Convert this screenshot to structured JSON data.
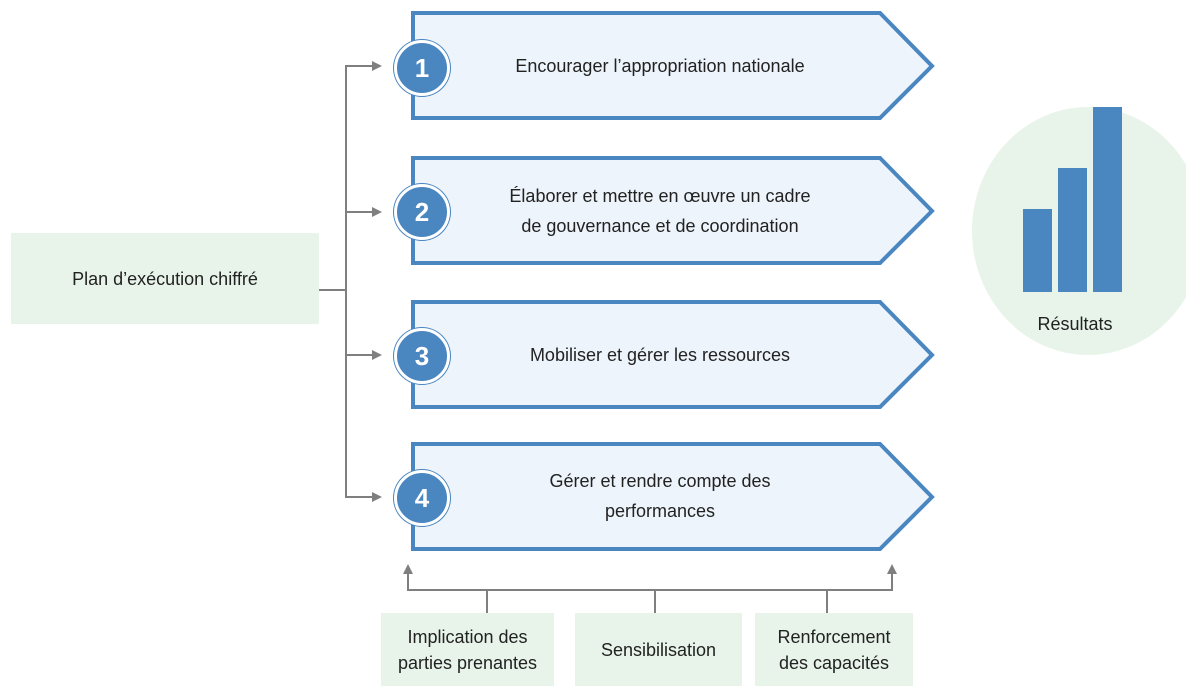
{
  "plan": {
    "label": "Plan d’exécution chiffré"
  },
  "stages": [
    {
      "number": "1",
      "label": "Encourager l’appropriation nationale"
    },
    {
      "number": "2",
      "label": "Élaborer et mettre en œuvre un cadre\nde gouvernance et de coordination"
    },
    {
      "number": "3",
      "label": "Mobiliser et gérer les ressources"
    },
    {
      "number": "4",
      "label": "Gérer et rendre compte des\nperformances"
    }
  ],
  "supports": [
    {
      "label": "Implication des\nparties prenantes"
    },
    {
      "label": "Sensibilisation"
    },
    {
      "label": "Renforcement\ndes capacités"
    }
  ],
  "results": {
    "label": "Résultats",
    "bars": [
      0.45,
      0.67,
      1.0
    ]
  },
  "colors": {
    "accent": "#4a86c0",
    "stage_fill": "#edf4fb",
    "green": "#e8f4ea",
    "connector": "#7f7f7f"
  }
}
